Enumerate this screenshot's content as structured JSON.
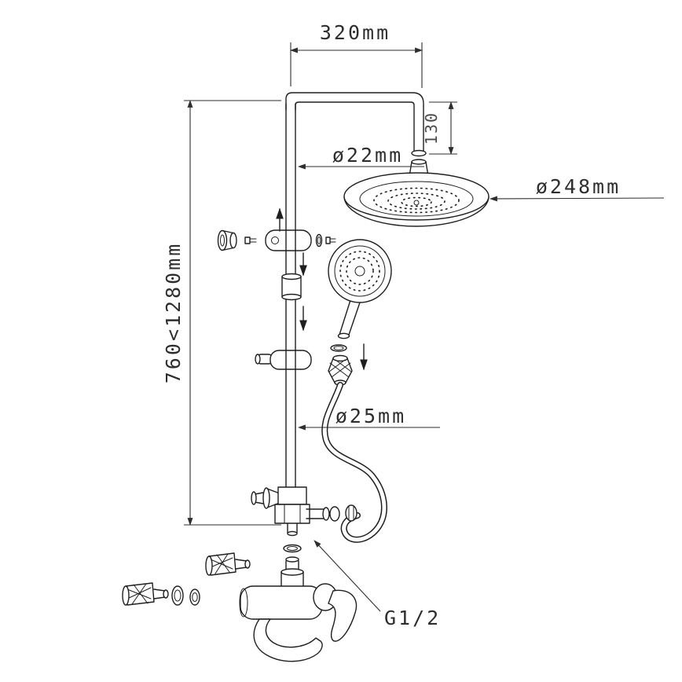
{
  "diagram": {
    "background": "#ffffff",
    "line_color": "#1f1f1f",
    "text_color": "#2e2e2e",
    "labels": {
      "top_width": "320mm",
      "arm_drop": "130",
      "riser_diameter": "ø22mm",
      "head_diameter": "ø248mm",
      "column_height_range": "760<1280mm",
      "lower_tube_diameter": "ø25mm",
      "connection_thread": "G1/2"
    }
  }
}
